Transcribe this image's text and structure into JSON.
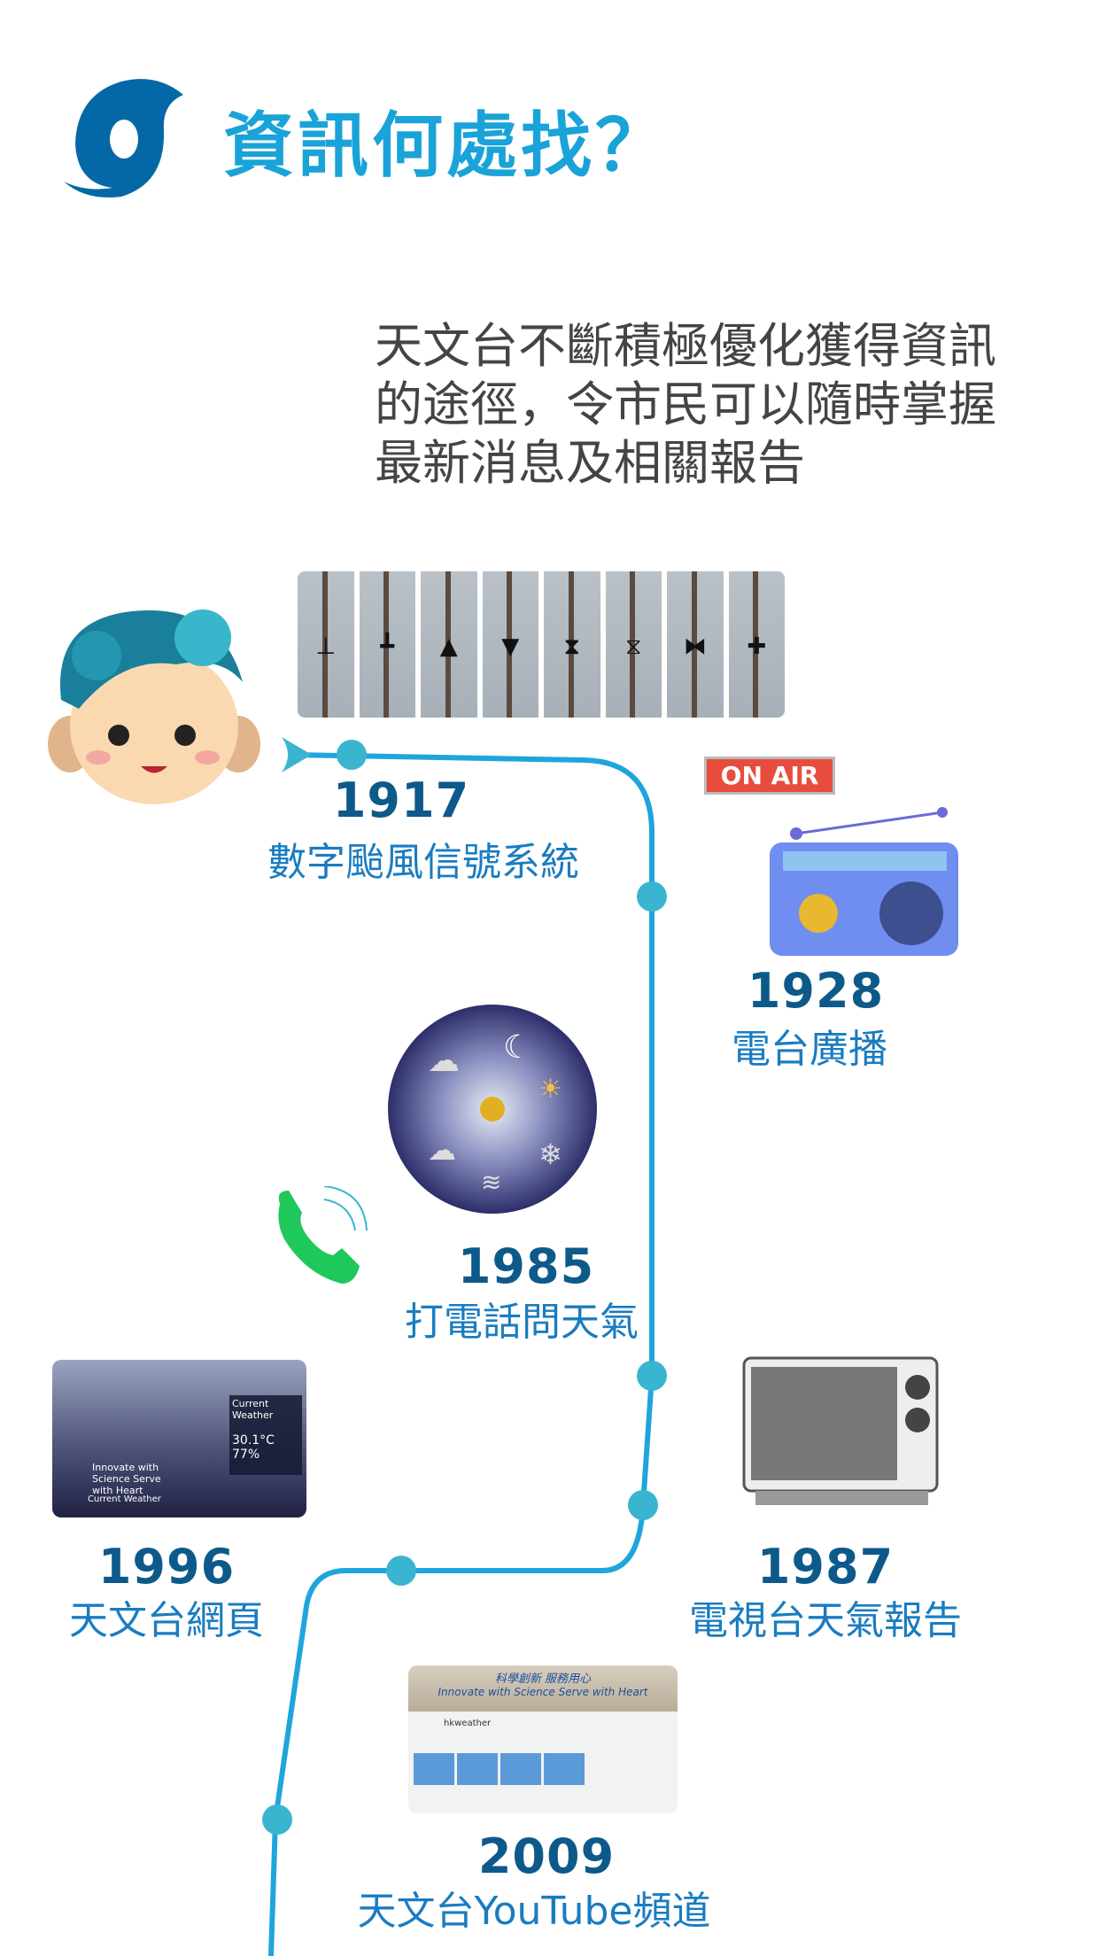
{
  "header": {
    "title": "資訊何處找？",
    "logo": "hko-typhoon-logo"
  },
  "intro": {
    "lines": [
      "天文台不斷積極優化獲得資訊",
      "的途徑，令市民可以隨時掌握",
      "最新消息及相關報告"
    ]
  },
  "timeline": [
    {
      "year": "1917",
      "label": "數字颱風信號系統"
    },
    {
      "year": "1928",
      "label": "電台廣播",
      "badge": "ON AIR"
    },
    {
      "year": "1985",
      "label": "打電話問天氣"
    },
    {
      "year": "1996",
      "label": "天文台網頁"
    },
    {
      "year": "1987",
      "label": "電視台天氣報告"
    },
    {
      "year": "2009",
      "label": "天文台YouTube頻道"
    }
  ],
  "website_shot": {
    "heading": "Current Weather",
    "temp": "30.1°C",
    "humidity": "77%",
    "slogan": "Innovate with Science Serve with Heart",
    "footer": "Current Weather"
  },
  "youtube_shot": {
    "banner_cn": "科學創新 服務用心",
    "banner_en": "Innovate with Science  Serve with Heart",
    "channel": "hkweather"
  },
  "colors": {
    "title": "#1aa3d8",
    "year": "#0d5a8a",
    "label": "#1a7cc0",
    "line": "#1ea6dc",
    "dot": "#3ab5d0"
  }
}
